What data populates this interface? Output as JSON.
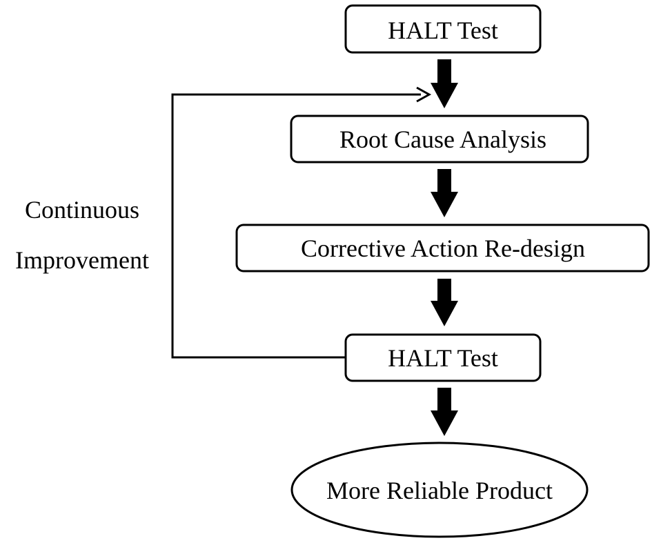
{
  "steps": [
    {
      "label": "HALT Test"
    },
    {
      "label": "Root Cause Analysis"
    },
    {
      "label": "Corrective Action Re-design"
    },
    {
      "label": "HALT Test"
    }
  ],
  "result": {
    "label": "More Reliable Product"
  },
  "loop": {
    "line1": "Continuous",
    "line2": "Improvement"
  }
}
